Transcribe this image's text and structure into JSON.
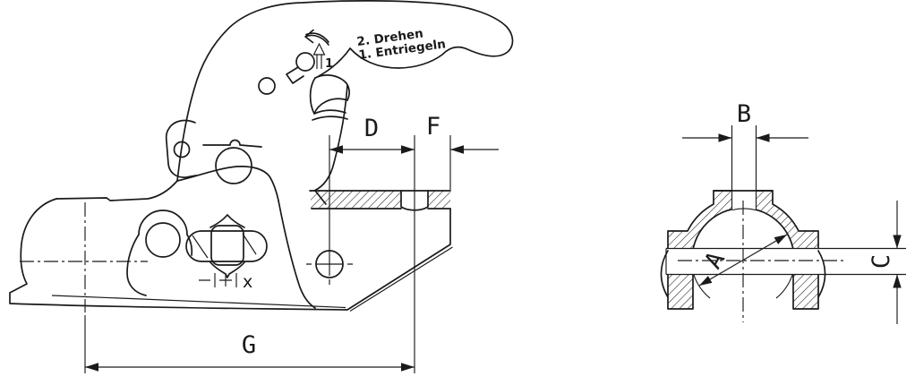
{
  "page": {
    "background_color": "#ffffff",
    "line_color": "#1a1a1a",
    "description": "Technical line drawing of a trailer coupling: side view (left) and front section view (right) with dimension letters"
  },
  "side_view": {
    "instruction_line_1": "2. Drehen",
    "instruction_line_2": "1. Entriegeln",
    "arrow_step_label": "1",
    "adjustment_mark_label": "x",
    "dim_d": "D",
    "dim_f": "F",
    "dim_g": "G"
  },
  "front_view": {
    "dim_a": "A",
    "dim_b": "B",
    "dim_c": "C"
  }
}
